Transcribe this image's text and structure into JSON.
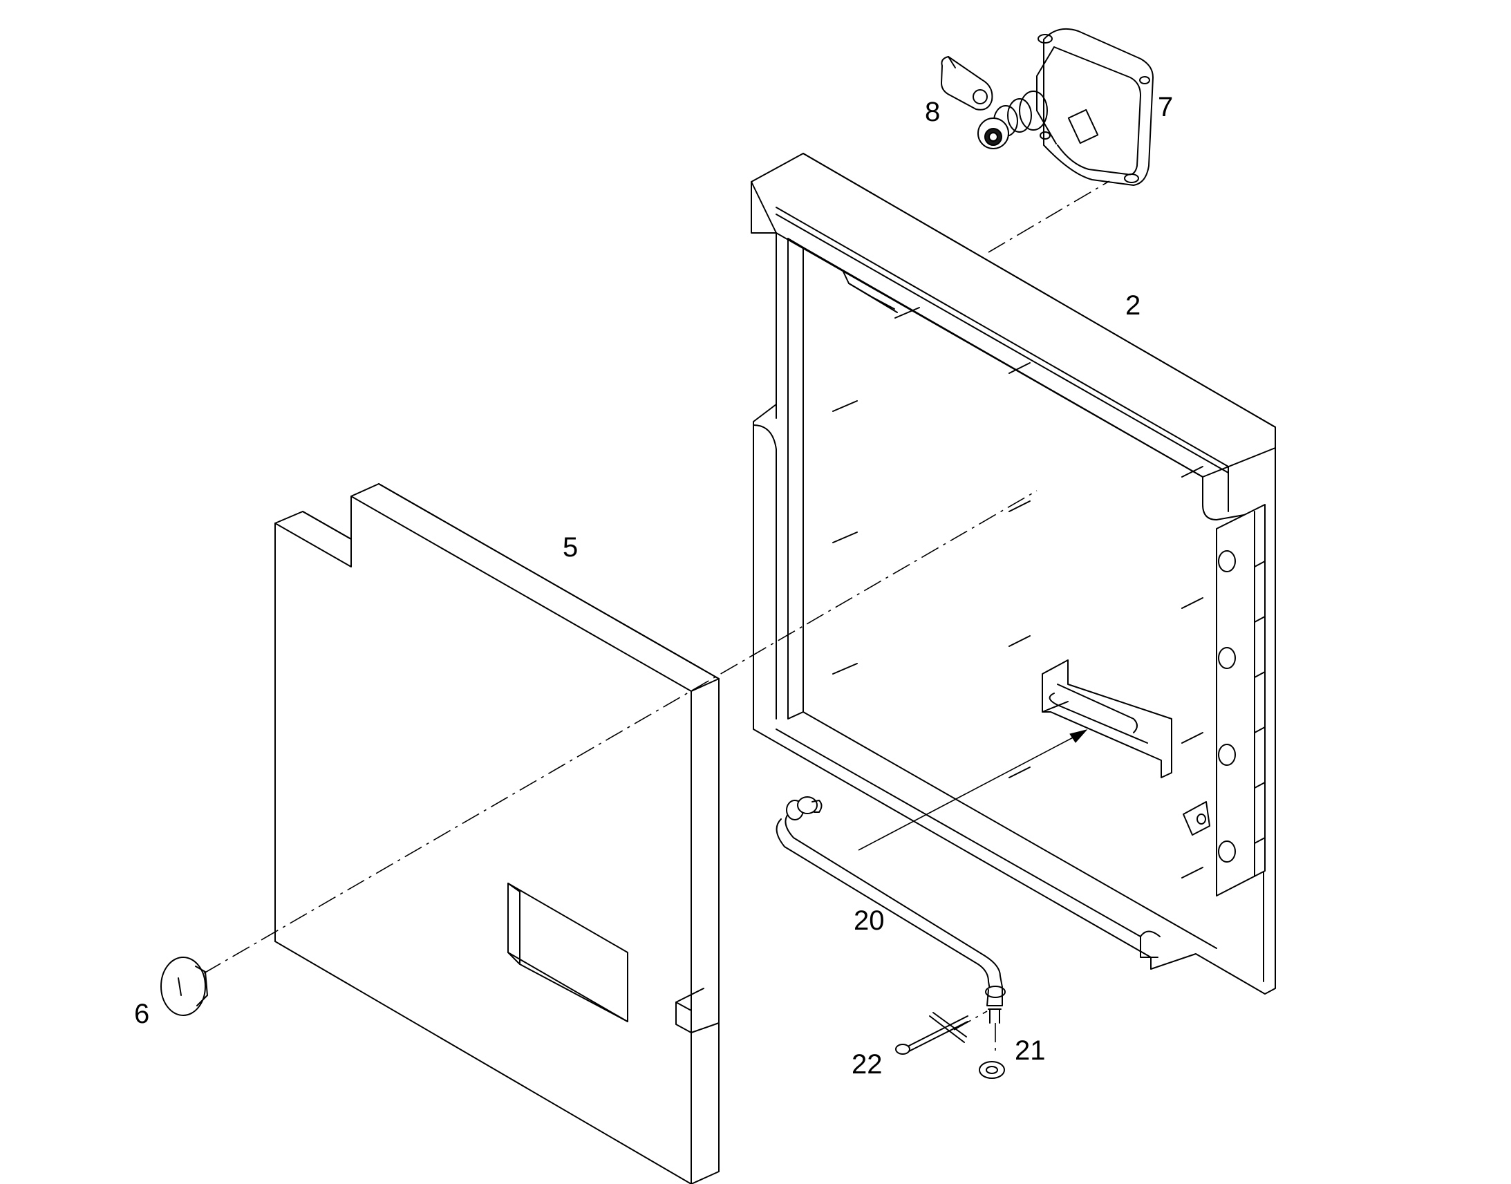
{
  "callouts": {
    "part_2": "2",
    "part_5": "5",
    "part_6": "6",
    "part_7": "7",
    "part_8": "8",
    "part_20": "20",
    "part_21": "21",
    "part_22": "22"
  },
  "line_color": "#000000",
  "background_color": "#ffffff"
}
